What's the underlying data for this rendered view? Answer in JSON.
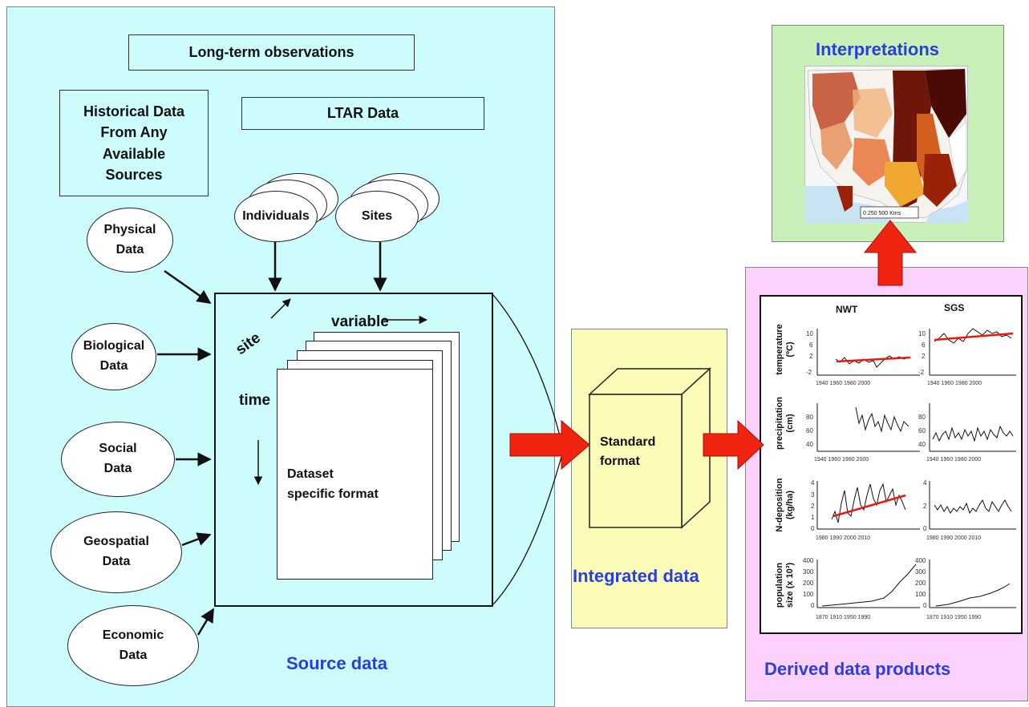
{
  "source_panel": {
    "long_term_observations": "Long-term observations",
    "historical_data": [
      "Historical Data",
      "From Any",
      "Available",
      "Sources"
    ],
    "ltar_data": "LTAR Data",
    "individuals": "Individuals",
    "sites": "Sites",
    "inputs": [
      {
        "line1": "Physical",
        "line2": "Data"
      },
      {
        "line1": "Biological",
        "line2": "Data"
      },
      {
        "line1": "Social",
        "line2": "Data"
      },
      {
        "line1": "Geospatial",
        "line2": "Data"
      },
      {
        "line1": "Economic",
        "line2": "Data"
      }
    ],
    "cube": {
      "variable": "variable",
      "site": "site",
      "time": "time",
      "format_line1": "Dataset",
      "format_line2": "specific format"
    },
    "caption": "Source data"
  },
  "integrated_panel": {
    "standard_line1": "Standard",
    "standard_line2": "format",
    "caption": "Integrated data"
  },
  "derived_panel": {
    "caption": "Derived data products",
    "col_nwt": "NWT",
    "col_sgs": "SGS",
    "row_labels": [
      {
        "line1": "temperature",
        "line2": "(ºC)"
      },
      {
        "line1": "precipitation",
        "line2": "(cm)"
      },
      {
        "line1": "N-deposition",
        "line2": "(kg/ha)"
      },
      {
        "line1": "population",
        "line2": "size (x 10³)"
      }
    ]
  },
  "interpretations_panel": {
    "title": "Interpretations",
    "map_scale": "0   250  500 Kms"
  },
  "colors": {
    "source_bg": "#ccfcfc",
    "integrated_bg": "#fcfcb8",
    "derived_bg": "#fcd2fc",
    "interp_bg": "#c8f0b8",
    "arrow_red": "#f02410",
    "caption_blue": "#2a3ee0",
    "trend_red": "#e81a10"
  }
}
